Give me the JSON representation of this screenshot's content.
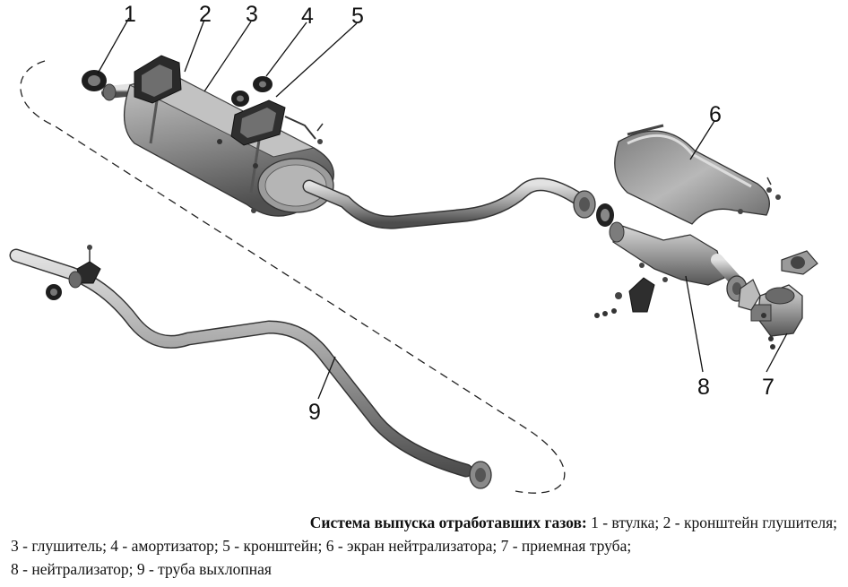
{
  "callouts": [
    "1",
    "2",
    "3",
    "4",
    "5",
    "6",
    "7",
    "8",
    "9"
  ],
  "caption": {
    "title": "Система выпуска отработавших газов:",
    "line1": " 1 - втулка; 2 - кронштейн глушителя;",
    "line2": "3 - глушитель; 4 - амортизатор; 5 - кронштейн; 6 - экран нейтрализатора; 7 - приемная труба;",
    "line3": "8 - нейтрализатор; 9 - труба выхлопная"
  },
  "colors": {
    "metal_dark": "#4a4a4a",
    "metal_mid": "#8a8a8a",
    "metal_light": "#d4d4d4",
    "rubber": "#1e1e1e",
    "line": "#111111"
  }
}
